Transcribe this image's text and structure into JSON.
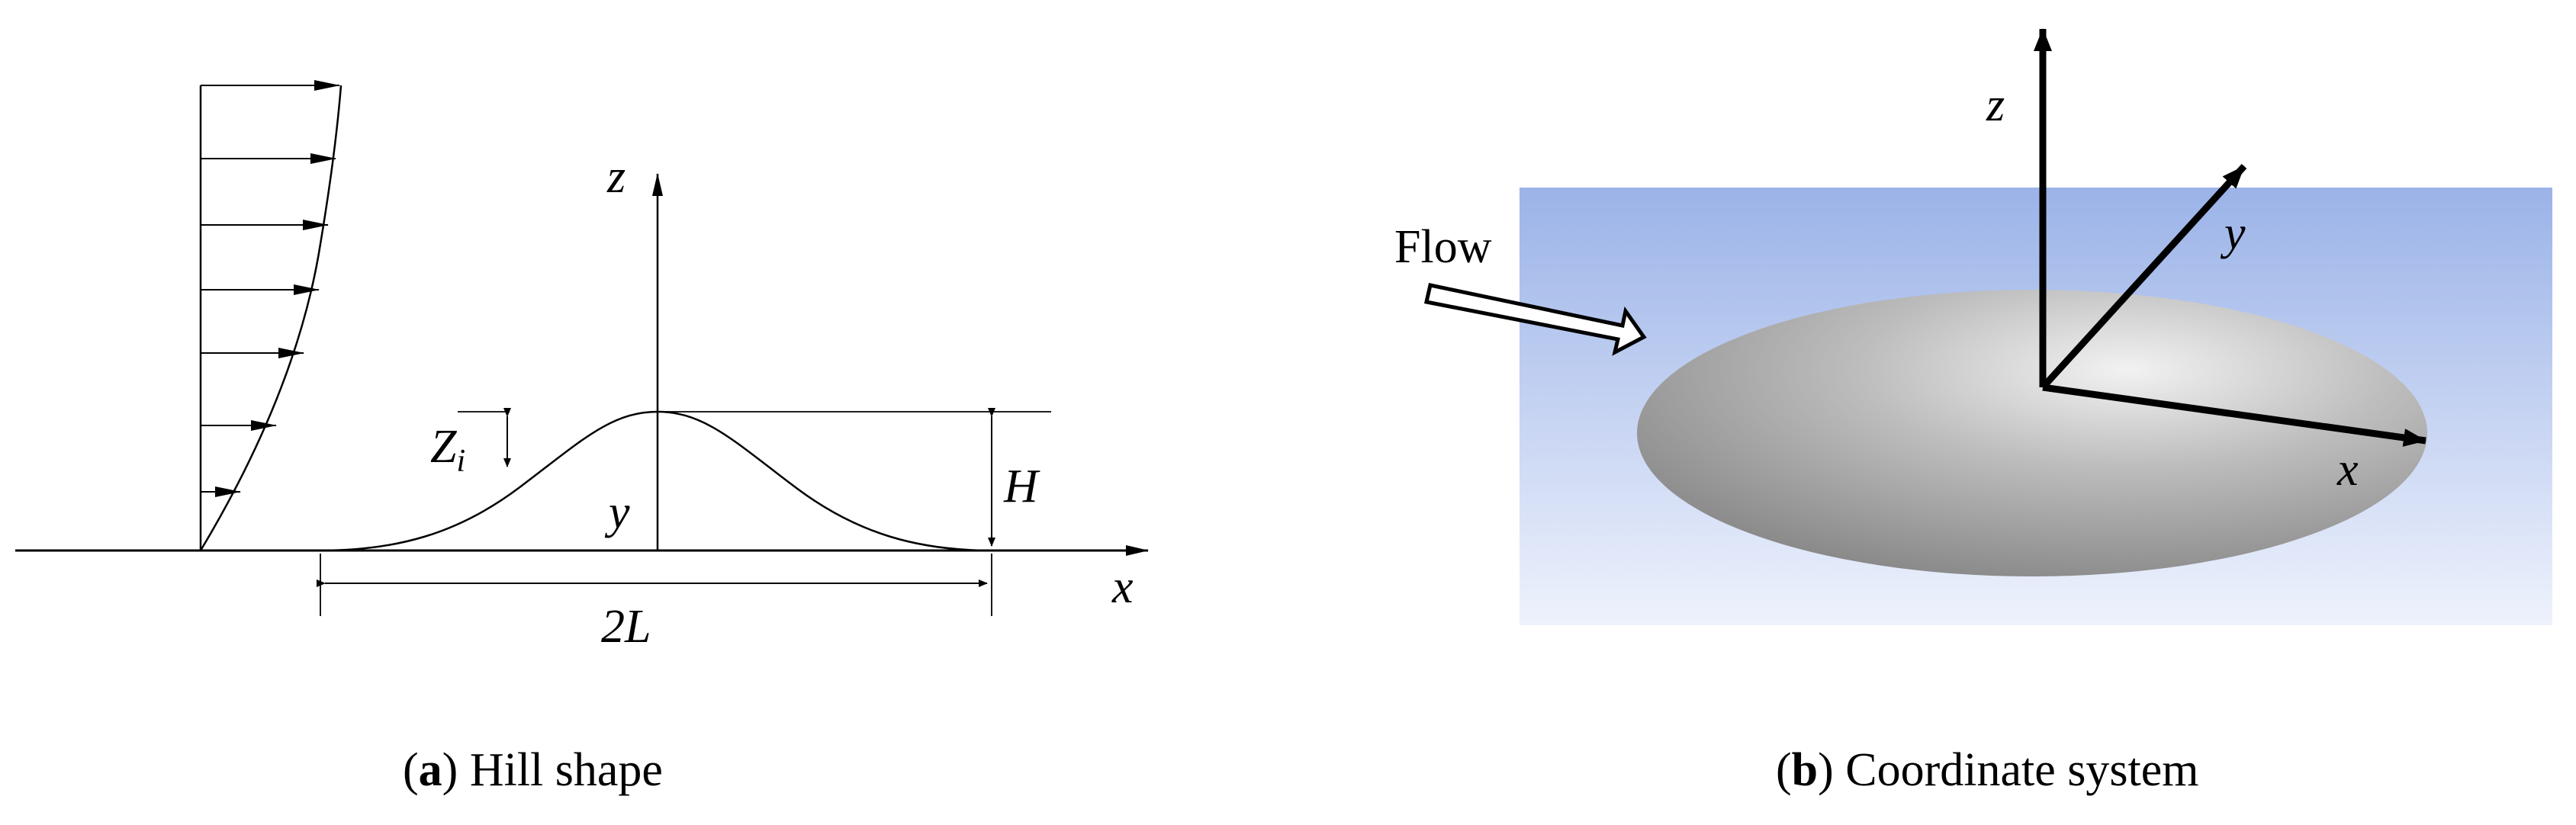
{
  "panel_a": {
    "caption_letter": "a",
    "caption_text": " Hill shape",
    "labels": {
      "z": "z",
      "x": "x",
      "y": "y",
      "Z": "Z",
      "i": "i",
      "H": "H",
      "width": "2L"
    }
  },
  "panel_b": {
    "caption_letter": "b",
    "caption_text": " Coordinate system",
    "labels": {
      "flow": "Flow",
      "z": "z",
      "y": "y",
      "x": "x"
    },
    "colors": {
      "sky_top": "#9bb3e8",
      "sky_bottom": "#eef2fc",
      "hill_light": "#eeeeee",
      "hill_dark": "#8a8a8a"
    }
  }
}
